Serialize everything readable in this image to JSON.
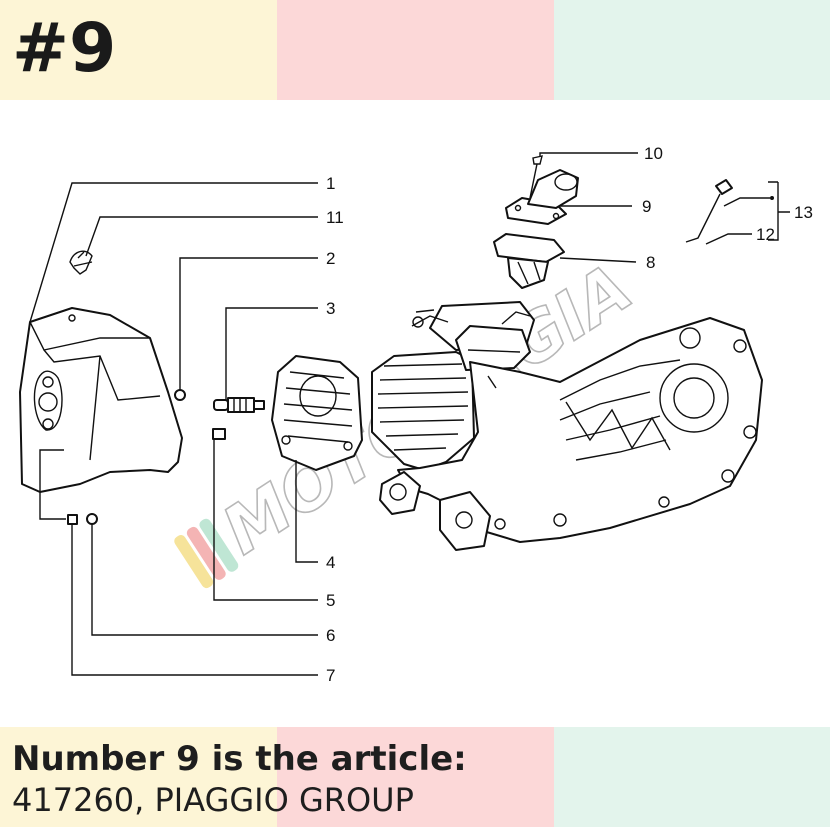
{
  "badge": {
    "text": "#9"
  },
  "caption": {
    "title": "Number 9 is the article:",
    "subtitle": "417260, PIAGGIO GROUP"
  },
  "watermark": {
    "text": "MOTOMAGIA"
  },
  "colors": {
    "band_yellow": "#fdf5d6",
    "band_pink": "#fcd8d8",
    "band_mint": "#e3f4ec",
    "text_dark": "#1e1e1e"
  },
  "callouts": [
    "1",
    "11",
    "2",
    "3",
    "4",
    "5",
    "6",
    "7",
    "10",
    "9",
    "8",
    "13",
    "12"
  ]
}
